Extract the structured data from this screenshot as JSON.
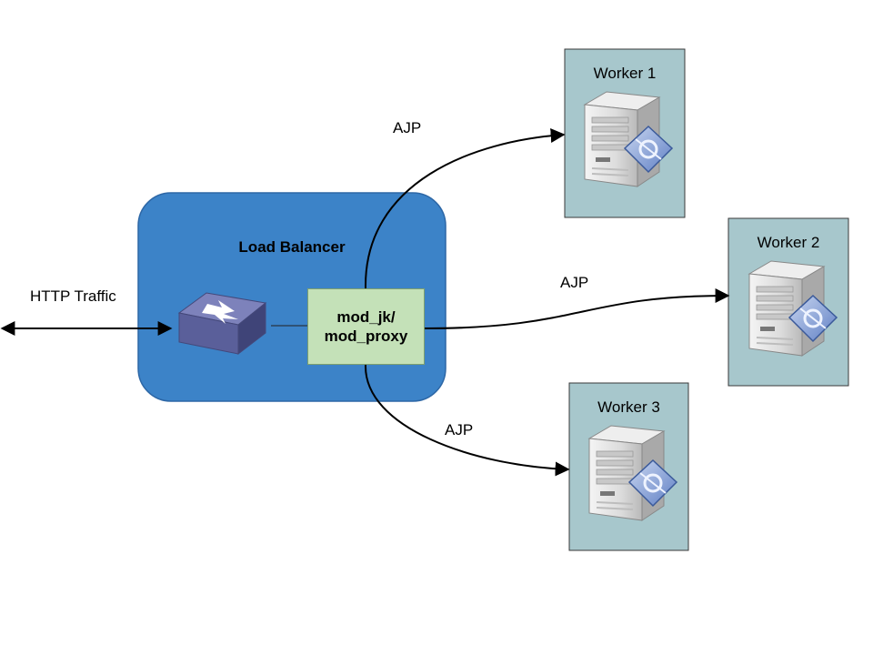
{
  "http": {
    "label": "HTTP Traffic"
  },
  "load_balancer": {
    "title": "Load Balancer",
    "module_line1": "mod_jk/",
    "module_line2": "mod_proxy"
  },
  "connections": [
    {
      "label": "AJP",
      "target": "Worker 1"
    },
    {
      "label": "AJP",
      "target": "Worker 2"
    },
    {
      "label": "AJP",
      "target": "Worker 3"
    }
  ],
  "workers": [
    {
      "name": "Worker 1"
    },
    {
      "name": "Worker 2"
    },
    {
      "name": "Worker 3"
    }
  ],
  "colors": {
    "balancer_fill": "#3c83c8",
    "balancer_stroke": "#2d67a6",
    "module_fill": "#c4e1b8",
    "worker_fill": "#a7c7cc",
    "router_icon": "#5a5f9a"
  },
  "icons": [
    "router-icon",
    "server-icon"
  ]
}
